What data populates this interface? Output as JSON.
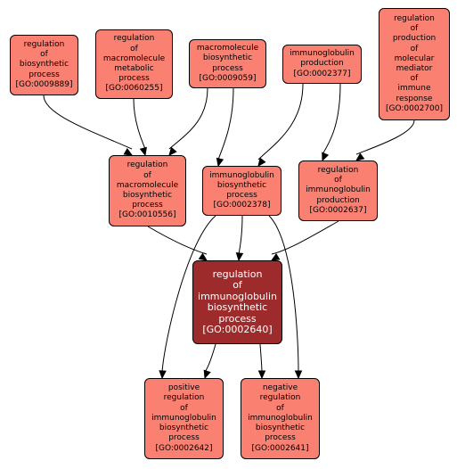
{
  "nodes": [
    {
      "id": "n9889",
      "lines": [
        "regulation",
        "of",
        "biosynthetic",
        "process"
      ],
      "go_id": "[GO:0009889]",
      "focus": false
    },
    {
      "id": "n60255",
      "lines": [
        "regulation",
        "of",
        "macromolecule",
        "metabolic",
        "process"
      ],
      "go_id": "[GO:0060255]",
      "focus": false
    },
    {
      "id": "n9059",
      "lines": [
        "macromolecule",
        "biosynthetic",
        "process"
      ],
      "go_id": "[GO:0009059]",
      "focus": false
    },
    {
      "id": "n2377",
      "lines": [
        "immunoglobulin",
        "production"
      ],
      "go_id": "[GO:0002377]",
      "focus": false
    },
    {
      "id": "n2700",
      "lines": [
        "regulation",
        "of",
        "production",
        "of",
        "molecular",
        "mediator",
        "of",
        "immune",
        "response"
      ],
      "go_id": "[GO:0002700]",
      "focus": false
    },
    {
      "id": "n10556",
      "lines": [
        "regulation",
        "of",
        "macromolecule",
        "biosynthetic",
        "process"
      ],
      "go_id": "[GO:0010556]",
      "focus": false
    },
    {
      "id": "n2378",
      "lines": [
        "immunoglobulin",
        "biosynthetic",
        "process"
      ],
      "go_id": "[GO:0002378]",
      "focus": false
    },
    {
      "id": "n2637",
      "lines": [
        "regulation",
        "of",
        "immunoglobulin",
        "production"
      ],
      "go_id": "[GO:0002637]",
      "focus": false
    },
    {
      "id": "n2640",
      "lines": [
        "regulation",
        "of",
        "immunoglobulin",
        "biosynthetic",
        "process"
      ],
      "go_id": "[GO:0002640]",
      "focus": true
    },
    {
      "id": "n2642",
      "lines": [
        "positive",
        "regulation",
        "of",
        "immunoglobulin",
        "biosynthetic",
        "process"
      ],
      "go_id": "[GO:0002642]",
      "focus": false
    },
    {
      "id": "n2641",
      "lines": [
        "negative",
        "regulation",
        "of",
        "immunoglobulin",
        "biosynthetic",
        "process"
      ],
      "go_id": "[GO:0002641]",
      "focus": false
    }
  ],
  "edges": [
    {
      "from": "n9889",
      "to": "n10556"
    },
    {
      "from": "n60255",
      "to": "n10556"
    },
    {
      "from": "n9059",
      "to": "n10556"
    },
    {
      "from": "n9059",
      "to": "n2378"
    },
    {
      "from": "n2377",
      "to": "n2378"
    },
    {
      "from": "n2377",
      "to": "n2637"
    },
    {
      "from": "n2700",
      "to": "n2637"
    },
    {
      "from": "n10556",
      "to": "n2640"
    },
    {
      "from": "n2378",
      "to": "n2640"
    },
    {
      "from": "n2637",
      "to": "n2640"
    },
    {
      "from": "n2378",
      "to": "n2642"
    },
    {
      "from": "n2378",
      "to": "n2641"
    },
    {
      "from": "n2640",
      "to": "n2642"
    },
    {
      "from": "n2640",
      "to": "n2641"
    }
  ],
  "colors": {
    "node_fill": "#fa8072",
    "focus_fill": "#9e2b2b",
    "focus_text": "#ffffff",
    "stroke": "#000000"
  }
}
